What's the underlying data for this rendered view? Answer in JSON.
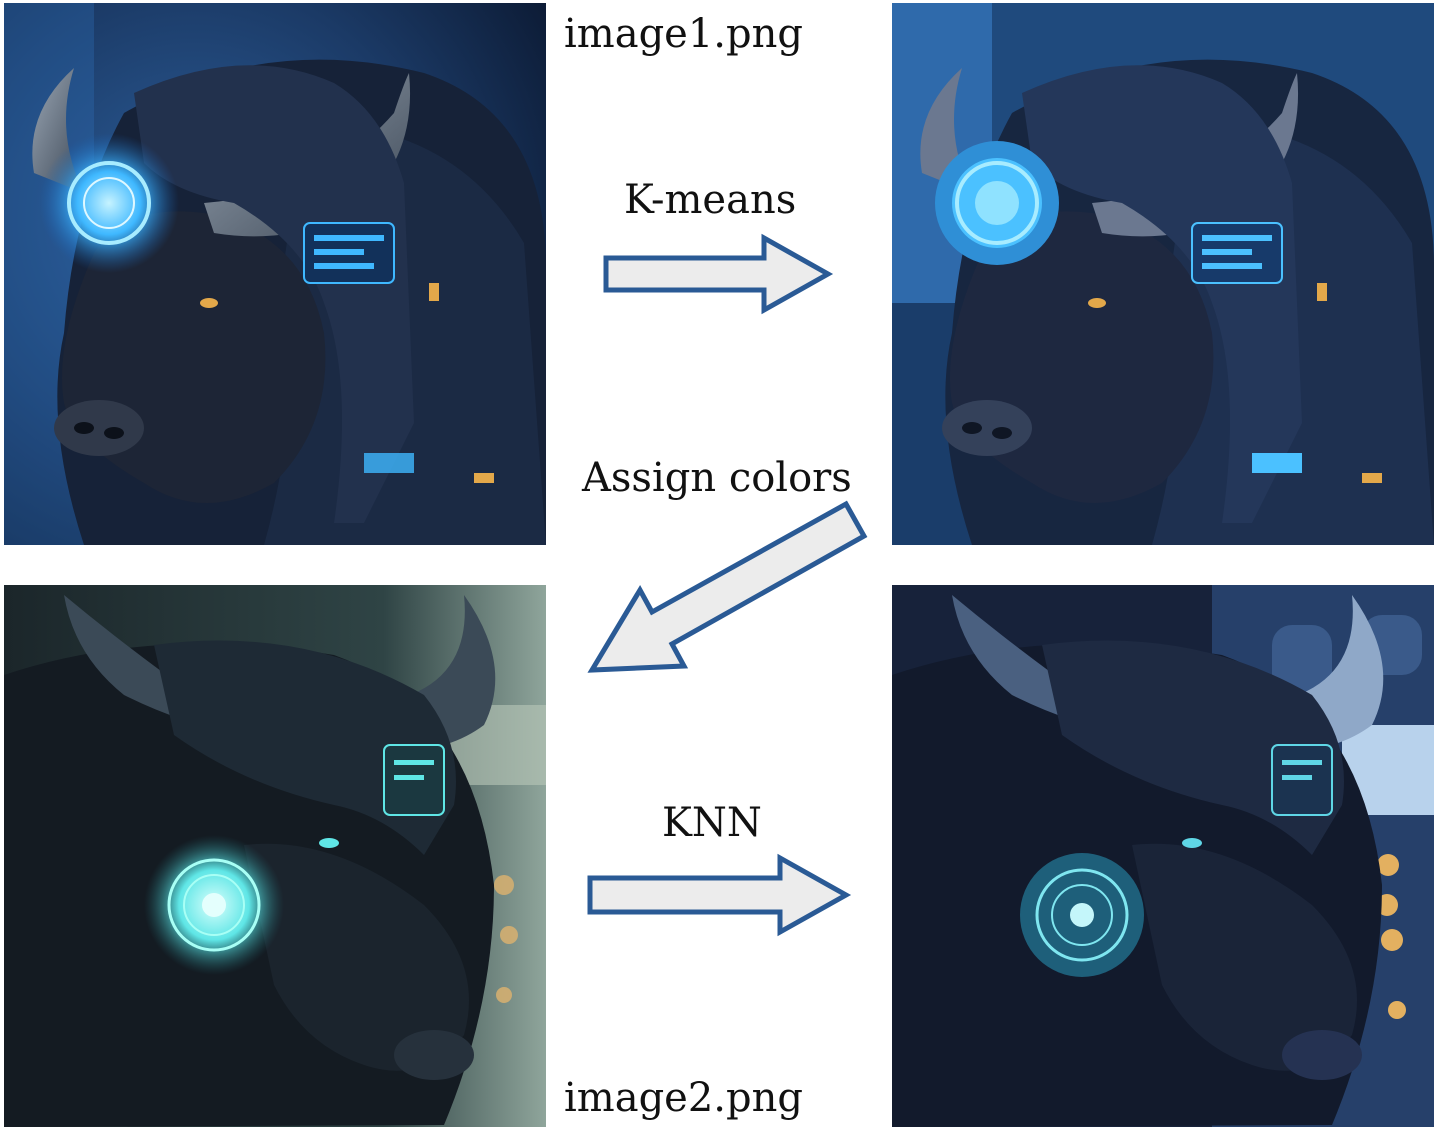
{
  "labels": {
    "image1": "image1.png",
    "kmeans": "K-means",
    "assign_colors": "Assign colors",
    "knn": "KNN",
    "image2": "image2.png"
  },
  "panels": {
    "top_left": "image1 original (cyber bison with blue glowing eyepiece)",
    "top_right": "image1 color-quantized with K-means",
    "bottom_left": "image2 original (cyber bull with teal circular device)",
    "bottom_right": "image2 recolored with KNN"
  },
  "colors": {
    "arrow_fill": "#ececec",
    "arrow_stroke": "#2a5a95",
    "glow_blue": "#3fb8ff",
    "glow_teal": "#5fe6e6",
    "bokeh_orange": "#e3a84a"
  }
}
